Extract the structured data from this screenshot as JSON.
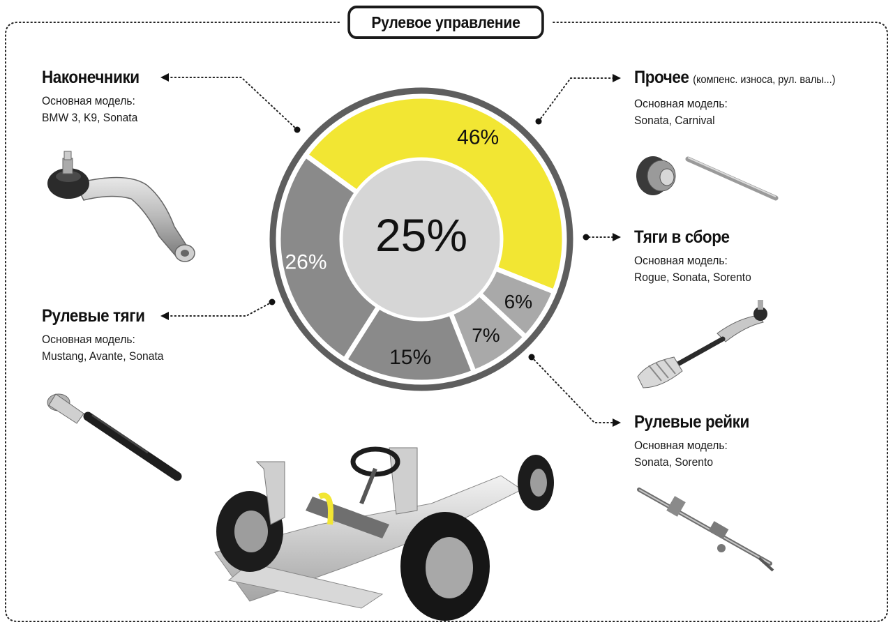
{
  "title": "Рулевое управление",
  "center_label": "25%",
  "chart_data": {
    "type": "pie",
    "style": "donut",
    "categories": [
      "Наконечники",
      "Прочее",
      "Тяги в сборе",
      "Рулевые рейки",
      "Рулевые тяги"
    ],
    "values": [
      46,
      6,
      7,
      15,
      26
    ],
    "labels": [
      "46%",
      "6%",
      "7%",
      "15%",
      "26%"
    ],
    "colors": [
      "#f2e633",
      "#a9a9a9",
      "#a9a9a9",
      "#8a8a8a",
      "#8a8a8a"
    ],
    "center_value": "25%",
    "legend": "none"
  },
  "blocks": {
    "tips": {
      "heading": "Наконечники",
      "model_label": "Основная модель:",
      "models": "BMW 3, K9, Sonata"
    },
    "other": {
      "heading": "Прочее",
      "note": "(компенс. износа, рул. валы...)",
      "model_label": "Основная модель:",
      "models": "Sonata, Carnival"
    },
    "assembled_rods": {
      "heading": "Тяги в сборе",
      "model_label": "Основная модель:",
      "models": "Rogue, Sonata, Sorento"
    },
    "steering_rods": {
      "heading": "Рулевые тяги",
      "model_label": "Основная модель:",
      "models": "Mustang, Avante, Sonata"
    },
    "racks": {
      "heading": "Рулевые рейки",
      "model_label": "Основная модель:",
      "models": "Sonata, Sorento"
    }
  },
  "images": {
    "tie_rod_end": "tie-rod-end-illustration",
    "other_parts": "compensator-and-shaft-illustration",
    "assembled_rod": "assembled-tie-rod-illustration",
    "inner_rod": "inner-tie-rod-illustration",
    "rack": "steering-rack-illustration",
    "chassis": "car-chassis-illustration"
  },
  "colors": {
    "accent": "#f2e633",
    "ring": "#5e5e5e",
    "segment_dark": "#8a8a8a",
    "segment_light": "#a9a9a9",
    "center_fill": "#d6d6d6"
  }
}
